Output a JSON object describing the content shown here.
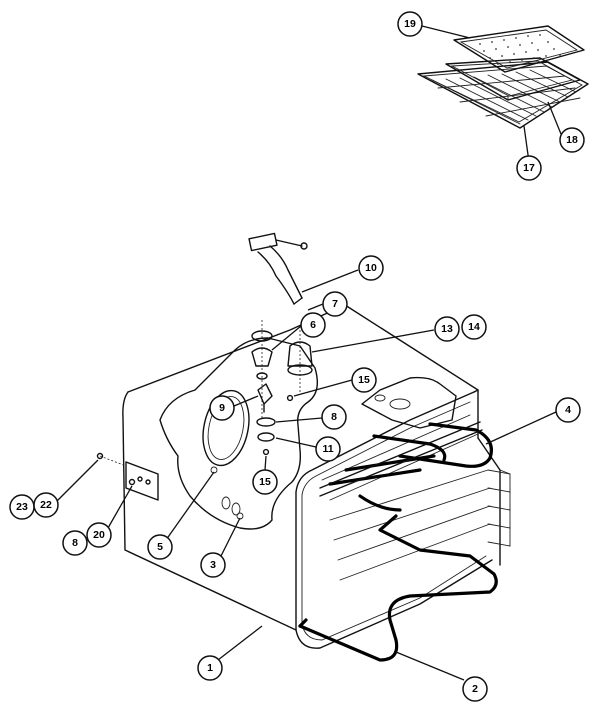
{
  "callouts": [
    {
      "id": "c19",
      "label": "19"
    },
    {
      "id": "c18",
      "label": "18"
    },
    {
      "id": "c17",
      "label": "17"
    },
    {
      "id": "c10",
      "label": "10"
    },
    {
      "id": "c7",
      "label": "7"
    },
    {
      "id": "c6",
      "label": "6"
    },
    {
      "id": "c13",
      "label": "13"
    },
    {
      "id": "c14",
      "label": "14"
    },
    {
      "id": "c15a",
      "label": "15"
    },
    {
      "id": "c9",
      "label": "9"
    },
    {
      "id": "c8a",
      "label": "8"
    },
    {
      "id": "c11",
      "label": "11"
    },
    {
      "id": "c15b",
      "label": "15"
    },
    {
      "id": "c4",
      "label": "4"
    },
    {
      "id": "c23",
      "label": "23"
    },
    {
      "id": "c22",
      "label": "22"
    },
    {
      "id": "c8b",
      "label": "8"
    },
    {
      "id": "c20",
      "label": "20"
    },
    {
      "id": "c5",
      "label": "5"
    },
    {
      "id": "c3",
      "label": "3"
    },
    {
      "id": "c1",
      "label": "1"
    },
    {
      "id": "c2",
      "label": "2"
    }
  ]
}
